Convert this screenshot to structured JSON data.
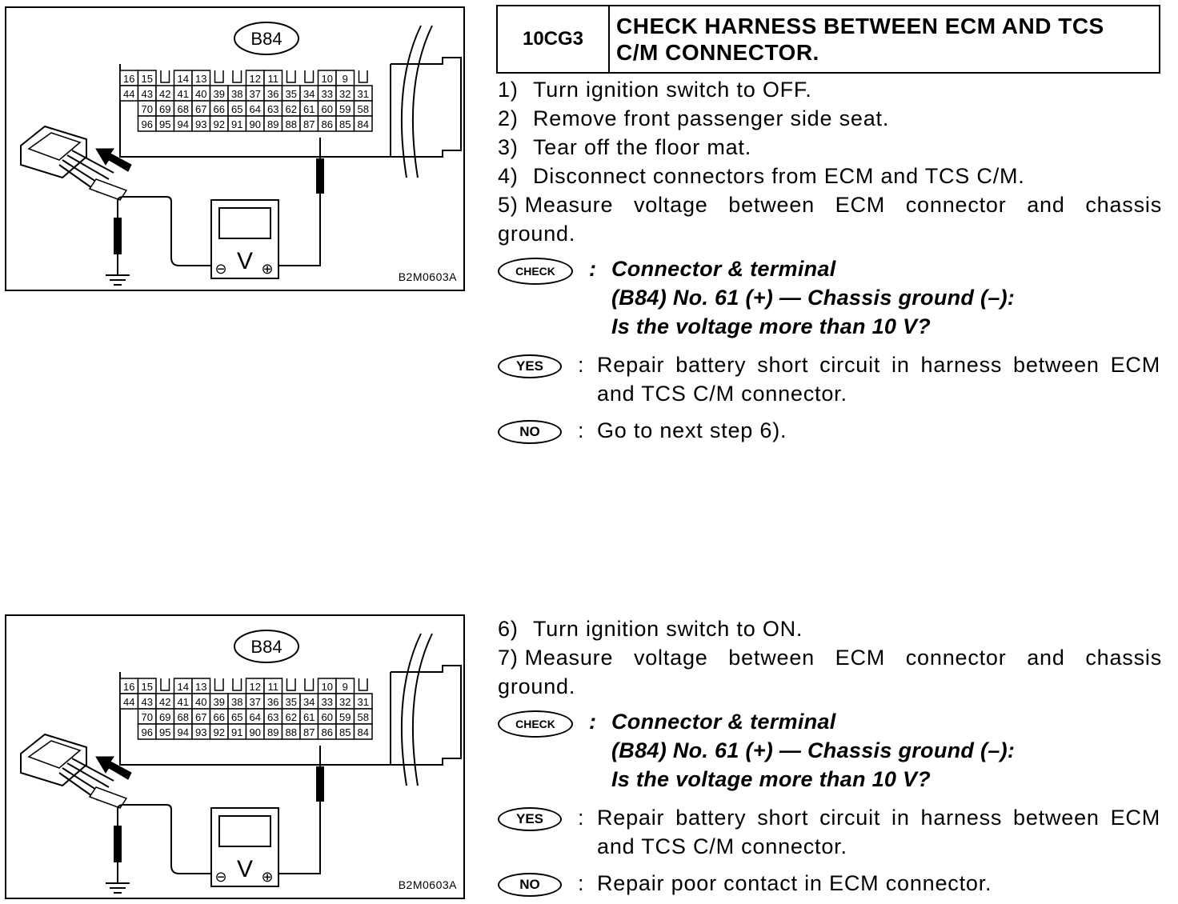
{
  "header": {
    "code": "10CG3",
    "title": "CHECK HARNESS BETWEEN ECM AND TCS C/M CONNECTOR."
  },
  "figure": {
    "connector_label": "B84",
    "figure_code": "B2M0603A",
    "meter_symbol": "V",
    "minus_symbol": "⊖",
    "plus_symbol": "⊕",
    "terminal_rows": [
      [
        "16",
        "15",
        "",
        "14",
        "13",
        "",
        "",
        "12",
        "11",
        "",
        "",
        "10",
        "9",
        ""
      ],
      [
        "44",
        "43",
        "42",
        "41",
        "40",
        "39",
        "38",
        "37",
        "36",
        "35",
        "34",
        "33",
        "32",
        "31"
      ],
      [
        "",
        "70",
        "69",
        "68",
        "67",
        "66",
        "65",
        "64",
        "63",
        "62",
        "61",
        "60",
        "59",
        "58"
      ],
      [
        "",
        "96",
        "95",
        "94",
        "93",
        "92",
        "91",
        "90",
        "89",
        "88",
        "87",
        "86",
        "85",
        "84"
      ]
    ]
  },
  "section1": {
    "steps": [
      {
        "num": "1)",
        "text": "Turn ignition switch to OFF."
      },
      {
        "num": "2)",
        "text": "Remove front passenger side seat."
      },
      {
        "num": "3)",
        "text": "Tear off the floor mat."
      },
      {
        "num": "4)",
        "text": "Disconnect connectors from ECM and TCS C/M."
      },
      {
        "num": "5)",
        "text": "Measure voltage between ECM connector and chassis ground."
      }
    ],
    "check": {
      "badge": "CHECK",
      "line1": "Connector & terminal",
      "line2": "(B84) No. 61 (+) — Chassis ground (–):",
      "line3": "Is the voltage more than 10 V?"
    },
    "yes": {
      "badge": "YES",
      "text": "Repair battery short circuit in harness between ECM and TCS C/M connector."
    },
    "no": {
      "badge": "NO",
      "text": "Go to next step 6)."
    }
  },
  "section2": {
    "steps": [
      {
        "num": "6)",
        "text": "Turn ignition switch to ON."
      },
      {
        "num": "7)",
        "text": "Measure voltage between ECM connector and chassis ground."
      }
    ],
    "check": {
      "badge": "CHECK",
      "line1": "Connector & terminal",
      "line2": "(B84) No. 61 (+) — Chassis ground (–):",
      "line3": "Is the voltage more than 10 V?"
    },
    "yes": {
      "badge": "YES",
      "text": "Repair battery short circuit in harness between ECM and TCS C/M connector."
    },
    "no": {
      "badge": "NO",
      "text": "Repair poor contact in ECM connector."
    }
  }
}
